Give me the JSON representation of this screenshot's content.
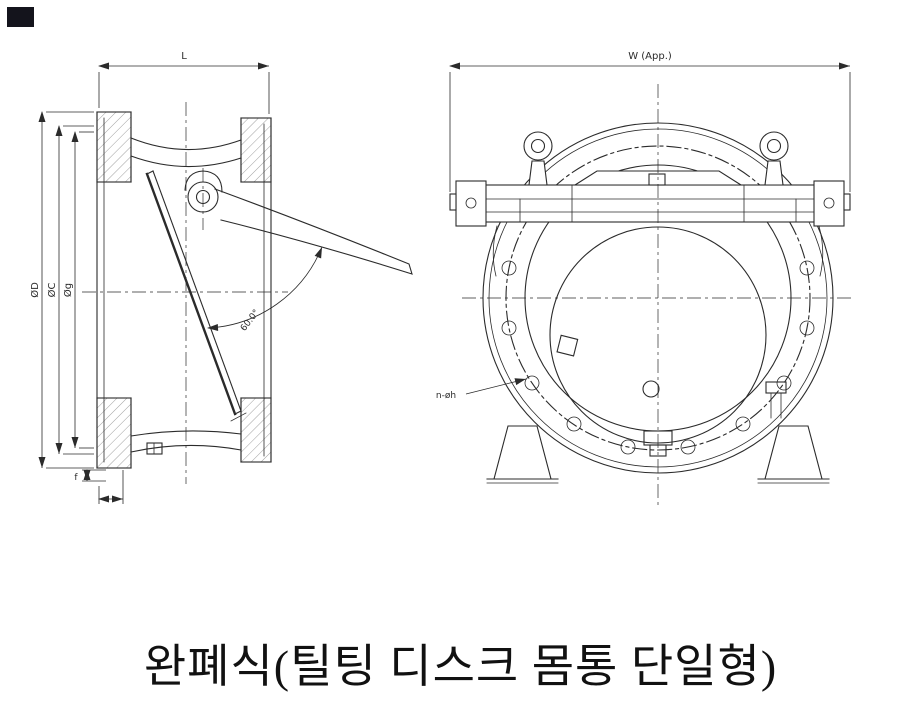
{
  "colors": {
    "background": "#ffffff",
    "line": "#2b2b2b",
    "corner_mark": "#14141c"
  },
  "caption": "완폐식(틸팅 디스크 몸통 단일형)",
  "side_view": {
    "dim_length": "L",
    "dim_outer_diameter": "ØD",
    "dim_bolt_circle_diameter": "ØC",
    "dim_gasket_diameter": "Øg",
    "dim_flange_thickness": "f",
    "disc_open_angle": "60.0°"
  },
  "front_view": {
    "dim_width": "W (App.)",
    "bolt_hole_note": "n-øh"
  }
}
